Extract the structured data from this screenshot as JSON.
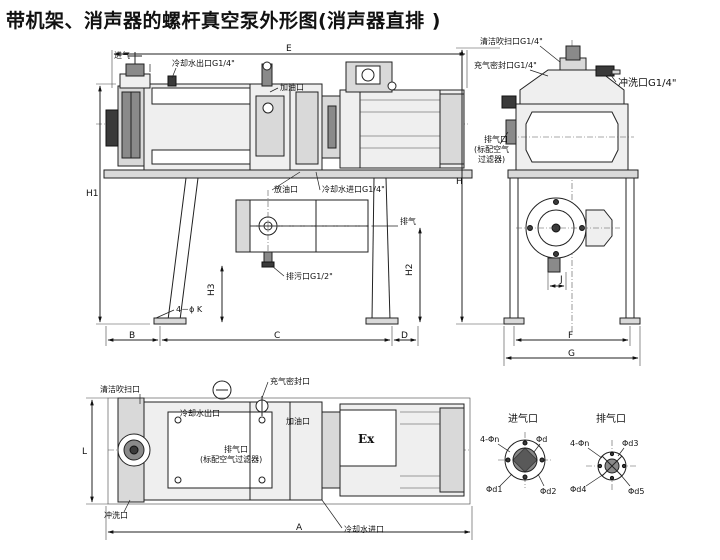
{
  "title": "带机架、消声器的螺杆真空泵外形图(消声器直排 )",
  "front_view": {
    "labels": {
      "inlet": "进气",
      "cooling_water_out": "冷却水出口G1/4\"",
      "oil_fill": "加油口",
      "oil_drain": "放油口",
      "cooling_water_in": "冷却水进口G1/4\"",
      "exhaust": "排气",
      "sewage_drain": "排污口G1/2\"",
      "foot_hole": "4－ϕ K"
    },
    "dimensions": {
      "E": "E",
      "H1": "H1",
      "H2": "H2",
      "H3": "H3",
      "B": "B",
      "C": "C",
      "D": "D"
    }
  },
  "side_view": {
    "labels": {
      "purge_port": "清洁吹扫口G1/4\"",
      "gas_seal": "充气密封口G1/4\"",
      "flush": "冲洗口G1/4\"",
      "exhaust_port": "排气口",
      "air_filter": "(标配空气",
      "air_filter_2": "过滤器)"
    },
    "dimensions": {
      "H": "H",
      "J": "J",
      "F": "F",
      "G": "G"
    }
  },
  "top_view": {
    "labels": {
      "purge_port": "清洁吹扫口",
      "gas_seal": "充气密封口",
      "cooling_water_out": "冷却水出口",
      "oil_fill": "加油口",
      "exhaust_port": "排气口",
      "air_filter": "(标配空气过滤器)",
      "flush_port": "冲洗口",
      "cooling_water_in": "冷却水进口",
      "ex_mark": "Ex"
    },
    "dimensions": {
      "A": "A",
      "L": "L"
    }
  },
  "inlet_flange": {
    "title": "进气口",
    "labels": {
      "holes": "4-Φn",
      "d": "Φd",
      "d1": "Φd1",
      "d2": "Φd2"
    }
  },
  "exhaust_flange": {
    "title": "排气口",
    "labels": {
      "holes": "4-Φn",
      "d3": "Φd3",
      "d4": "Φd4",
      "d5": "Φd5"
    }
  }
}
